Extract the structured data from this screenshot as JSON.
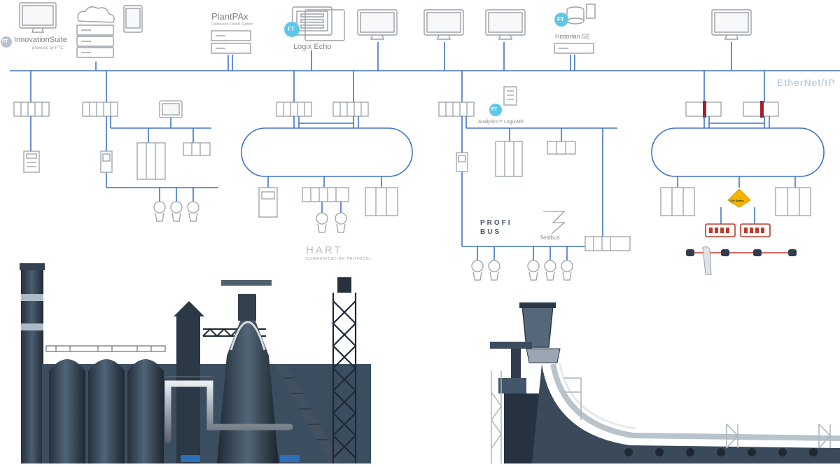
{
  "diagram": {
    "network_label": "EtherNet/IP",
    "labels": {
      "innovation_suite": "InnovationSuite",
      "innovation_powered": "powered by PTC",
      "plantpax": "PlantPAx",
      "plantpax_sub": "Distributed Control System",
      "logix_echo": "Logix Echo",
      "historian": "Historian SE",
      "analytics": "Analytics™ LogixAI®",
      "hart": "HART",
      "hart_sub": "COMMUNICATION PROTOCOL",
      "profi": "PROFI",
      "bus": "BUS",
      "fieldbus": "fieldbus",
      "cip_safety": "CIP Safety",
      "ft_badge": "FT"
    },
    "colors": {
      "network_blue": "#3f73c9",
      "device_gray": "#9aa0a6",
      "safety_red": "#c0392b",
      "safety_yellow": "#f4b400",
      "plant_dark": "#2f3d4c",
      "plant_mid": "#5a6f85",
      "ft_badge": "#5fc6e8"
    }
  }
}
